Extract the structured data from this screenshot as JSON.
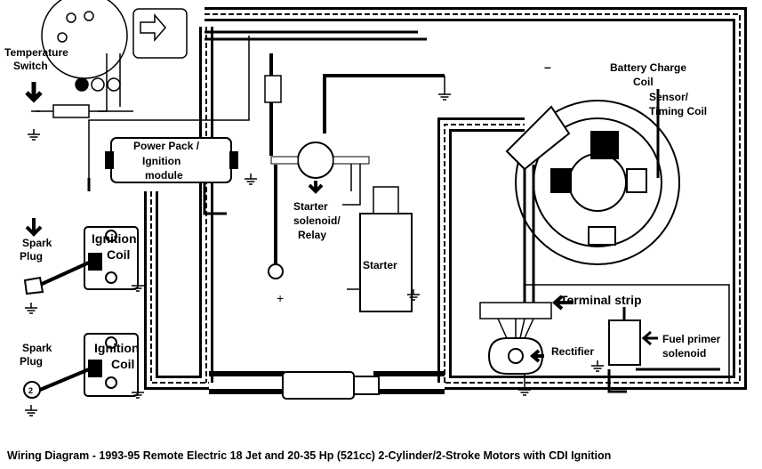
{
  "labels": {
    "temperature_switch": [
      "Temperature",
      "Switch"
    ],
    "power_pack": [
      "Power Pack /",
      "Ignition",
      "module"
    ],
    "starter_solenoid": [
      "Starter",
      "solenoid/",
      "Relay"
    ],
    "starter": "Starter",
    "spark_plug_1": [
      "Spark",
      "Plug"
    ],
    "spark_plug_2": [
      "Spark",
      "Plug"
    ],
    "spark_plug_2_number": "2",
    "ignition_coil_1": [
      "Ignition",
      "Coil"
    ],
    "ignition_coil_2": [
      "Ignition",
      "Coil"
    ],
    "battery_charge_coil": [
      "Battery Charge",
      "Coil"
    ],
    "sensor_timing_coil": [
      "Sensor/",
      "Timing Coil"
    ],
    "terminal_strip": "Terminal strip",
    "rectifier": "Rectifier",
    "fuel_primer_solenoid": [
      "Fuel primer",
      "solenoid"
    ],
    "battery_negative": "–",
    "battery_positive": "+"
  },
  "caption": "Wiring Diagram - 1993-95 Remote Electric 18 Jet and 20-35 Hp (521cc) 2-Cylinder/2-Stroke Motors with CDI Ignition"
}
